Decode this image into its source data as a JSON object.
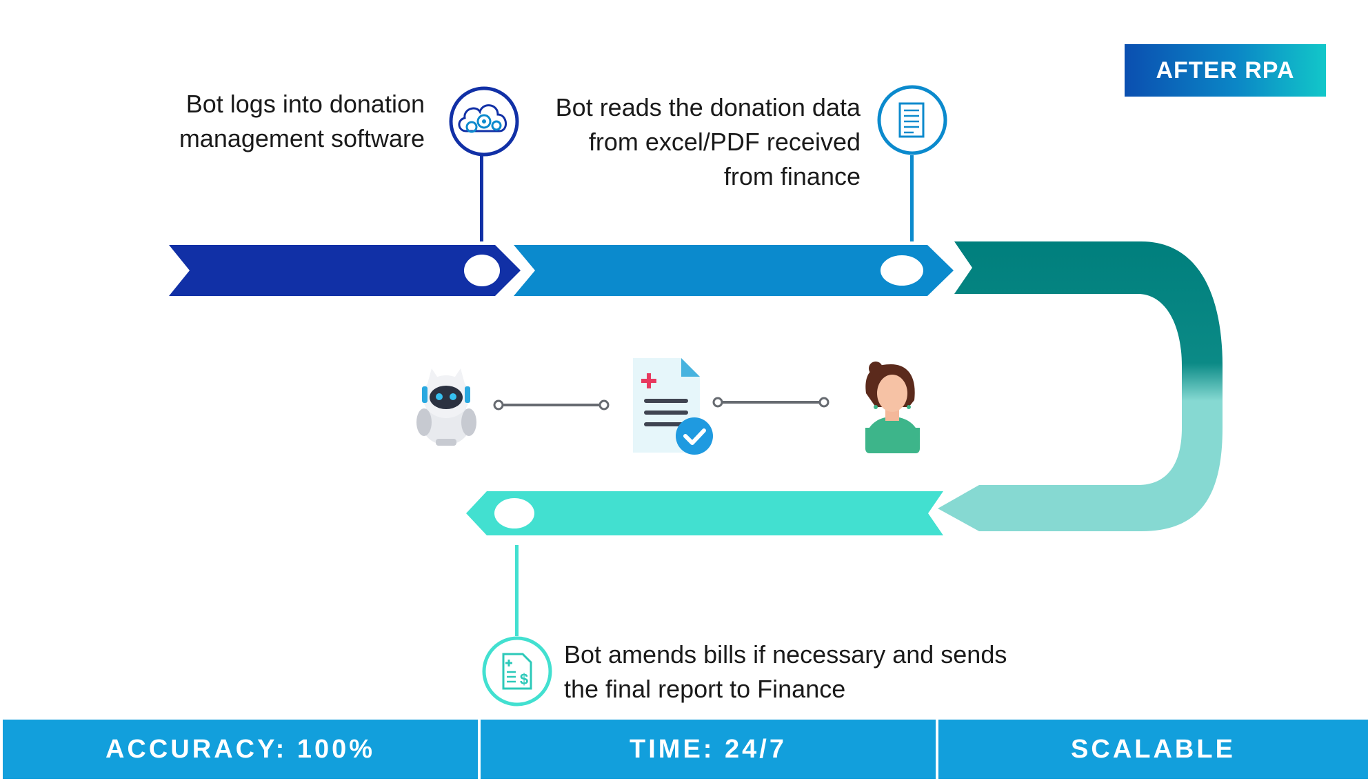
{
  "badge": {
    "label": "AFTER RPA"
  },
  "steps": [
    {
      "id": "login",
      "lines": [
        "Bot logs into donation",
        "management software"
      ],
      "icon": "cloud-gears-icon",
      "color": "#1130a6"
    },
    {
      "id": "read",
      "lines": [
        "Bot reads the donation data",
        "from excel/PDF received",
        "from finance"
      ],
      "icon": "document-icon",
      "color": "#0b8acd"
    },
    {
      "id": "amend",
      "lines": [
        "Bot amends bills if necessary and sends",
        "the final report to Finance"
      ],
      "icon": "bill-dollar-icon",
      "color": "#42e0d0"
    }
  ],
  "flow_icons": [
    "robot-icon",
    "medical-report-check-icon",
    "person-icon"
  ],
  "footer": [
    {
      "label": "ACCURACY: 100%"
    },
    {
      "label": "TIME: 24/7"
    },
    {
      "label": "SCALABLE"
    }
  ],
  "colors": {
    "dark_blue": "#1130a6",
    "mid_blue": "#0b8acd",
    "teal_dark": "#007f7d",
    "teal_light": "#86d9d2",
    "aqua": "#42e0d0",
    "footer": "#129fdc"
  }
}
